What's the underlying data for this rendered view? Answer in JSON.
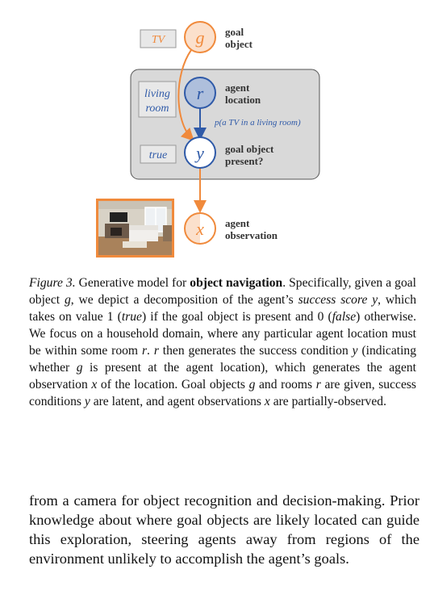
{
  "figure": {
    "nodes": {
      "g": {
        "symbol": "g",
        "label_line1": "goal",
        "label_line2": "object",
        "tag": "TV"
      },
      "r": {
        "symbol": "r",
        "label_line1": "agent",
        "label_line2": "location",
        "tag_line1": "living",
        "tag_line2": "room"
      },
      "y": {
        "symbol": "y",
        "label_line1": "goal object",
        "label_line2": "present?",
        "tag": "true"
      },
      "x": {
        "symbol": "x",
        "label_line1": "agent",
        "label_line2": "observation"
      }
    },
    "edge_label": "p(a TV in a living room)",
    "colors": {
      "orange": "#f08a3c",
      "orange_fill": "#fbe0cc",
      "blue": "#2f5aa8",
      "blue_fill": "#aebfdc",
      "panel_fill": "#d9d9d9",
      "tag_fill": "#e8e8e8"
    }
  },
  "caption": {
    "figure_label": "Figure 3.",
    "lead": " Generative model for ",
    "bold": "object navigation",
    "s1": ". Specifically, given a goal object ",
    "g": "g",
    "s2": ", we depict a decomposition of the agent’s ",
    "success_score": "success score",
    "s3": " ",
    "y": "y",
    "s4": ", which takes on value 1 (",
    "true_word": "true",
    "s5": ") if the goal object is present and 0 (",
    "false_word": "false",
    "s6": ") otherwise. We focus on a household domain, where any particular agent location must be within some room ",
    "r1": "r",
    "s7": ". ",
    "r2": "r",
    "s8": " then generates the success condition ",
    "y2": "y",
    "s9": " (indicating whether ",
    "g2": "g",
    "s10": " is present at the agent location), which generates the agent observation ",
    "x": "x",
    "s11": " of the location. Goal objects ",
    "g3": "g",
    "s12": " and rooms ",
    "r3": "r",
    "s13": " are given, success conditions ",
    "y3": "y",
    "s14": " are latent, and agent observations ",
    "x2": "x",
    "s15": " are partially-observed."
  },
  "body_text": "from a camera for object recognition and decision-making. Prior knowledge about where goal objects are likely located can guide this exploration, steering agents away from regions of the environment unlikely to accomplish the agent’s goals."
}
